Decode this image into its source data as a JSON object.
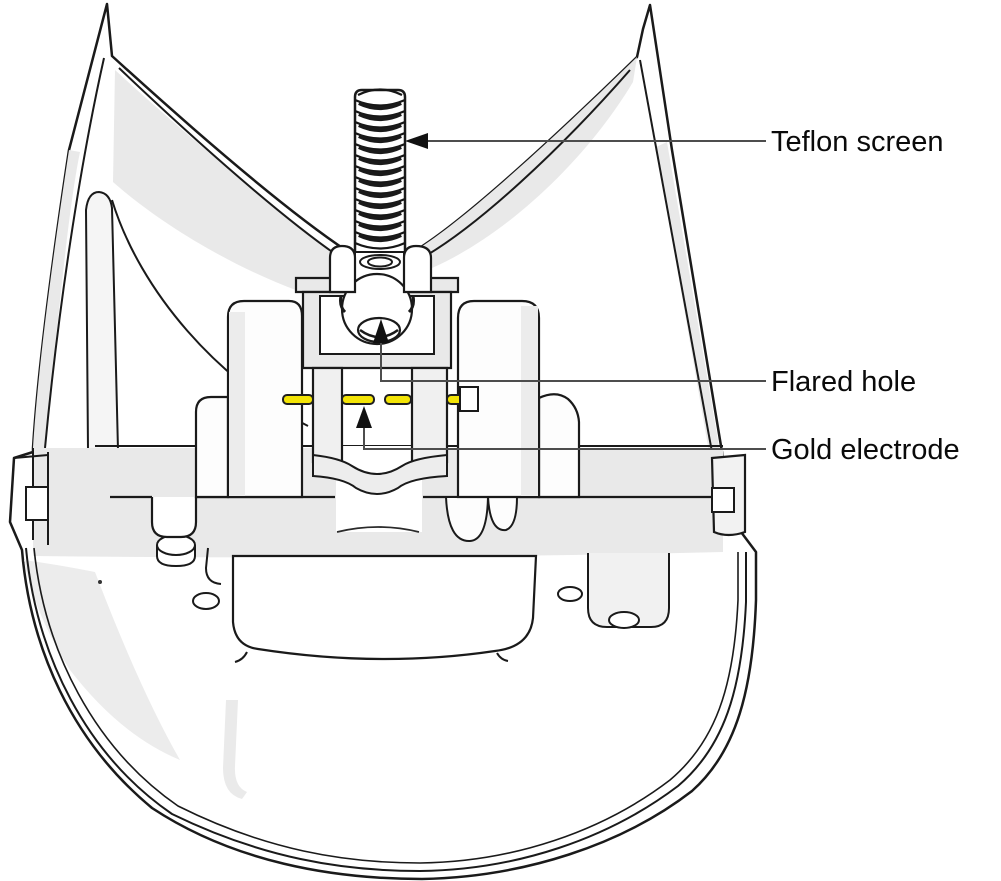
{
  "figure": {
    "type": "technical-cutaway-diagram",
    "description": "Cross-section line drawing of a sensor housing with threaded stem, flared hole with ball, and gold electrode strip",
    "colors": {
      "background": "#ffffff",
      "line": "#1a1a1a",
      "shading_gray": "#e9e9e9",
      "electrode_yellow": "#f3e406",
      "leader_line": "#4d4d4d",
      "label_text": "#0a0a0a"
    },
    "labels": [
      {
        "id": "teflon-screen",
        "text": "Teflon screen"
      },
      {
        "id": "flared-hole",
        "text": "Flared hole"
      },
      {
        "id": "gold-electrode",
        "text": "Gold electrode"
      }
    ]
  }
}
